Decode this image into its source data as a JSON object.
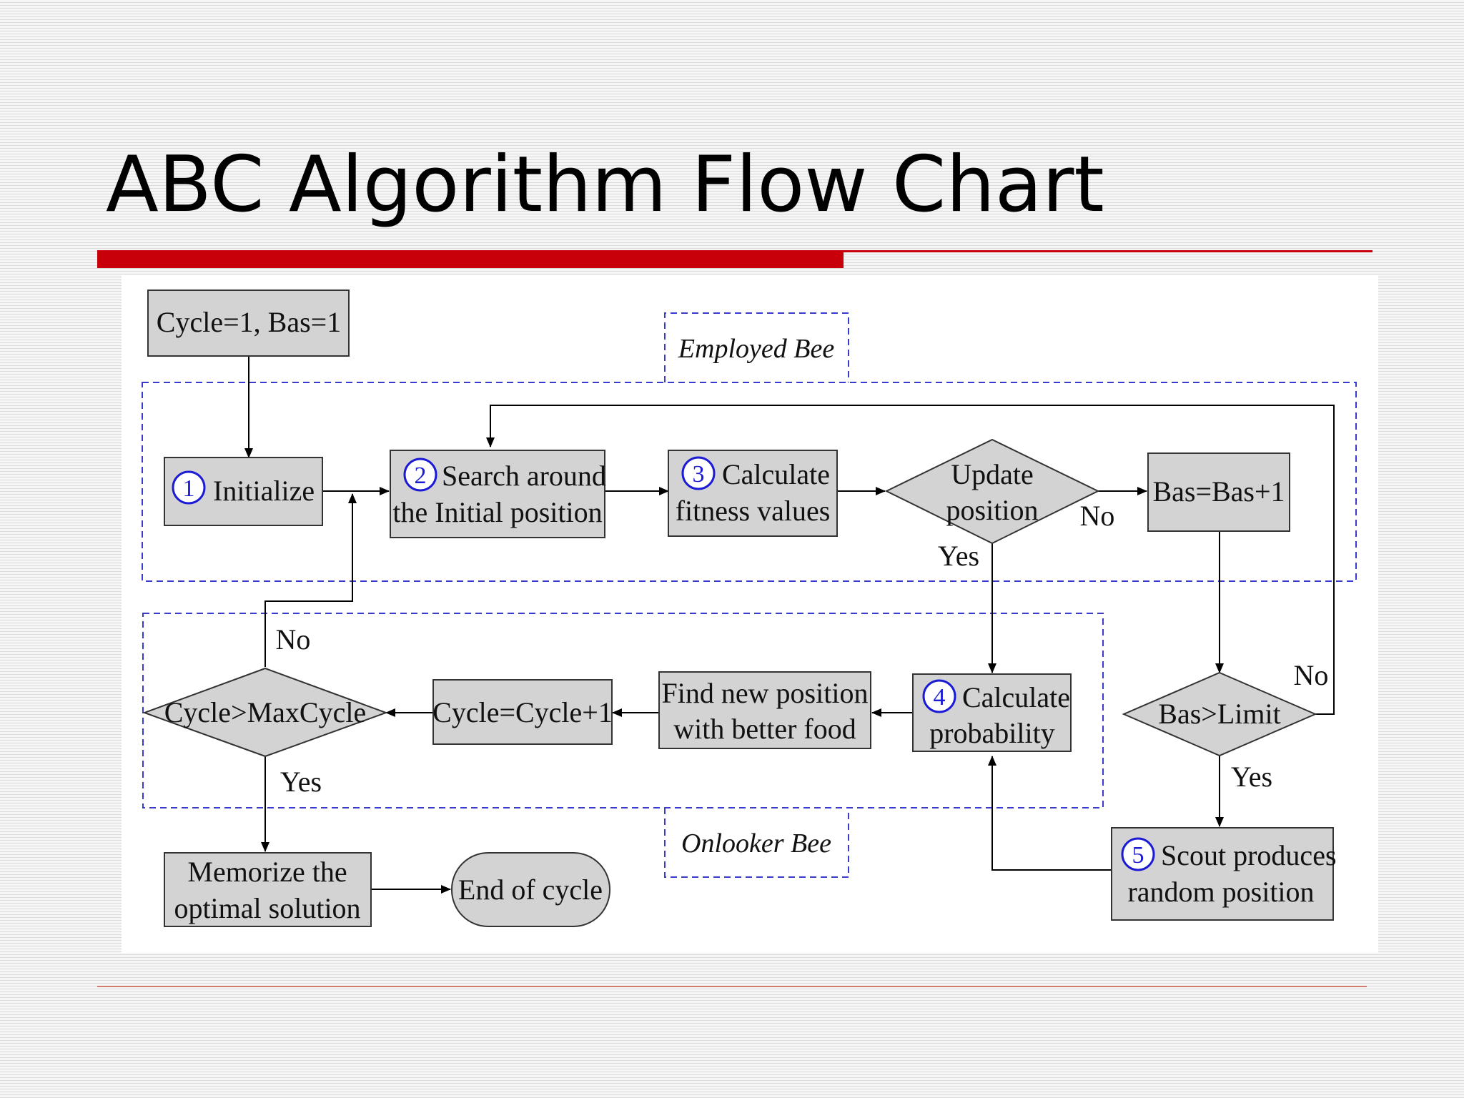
{
  "slide": {
    "title": "ABC Algorithm Flow Chart"
  },
  "diagram": {
    "groups": {
      "employed": "Employed Bee",
      "onlooker": "Onlooker Bee"
    },
    "nodes": {
      "start": "Cycle=1, Bas=1",
      "initialize": "Initialize",
      "search": [
        "Search around",
        "the Initial position"
      ],
      "fitness": [
        "Calculate",
        "fitness values"
      ],
      "update": [
        "Update",
        "position"
      ],
      "bas_inc": "Bas=Bas+1",
      "bas_limit": "Bas>Limit",
      "scout": [
        "Scout produces",
        "random position"
      ],
      "probability": [
        "Calculate",
        "probability"
      ],
      "find_new": [
        "Find new position",
        "with better food"
      ],
      "cycle_inc": "Cycle=Cycle+1",
      "cycle_check": "Cycle>MaxCycle",
      "memorize": [
        "Memorize  the",
        "optimal solution"
      ],
      "end": "End of cycle"
    },
    "step_numbers": {
      "initialize": "1",
      "search": "2",
      "fitness": "3",
      "probability": "4",
      "scout": "5"
    },
    "edge_labels": {
      "update_no": "No",
      "update_yes": "Yes",
      "limit_no": "No",
      "limit_yes": "Yes",
      "cycle_no": "No",
      "cycle_yes": "Yes"
    }
  }
}
